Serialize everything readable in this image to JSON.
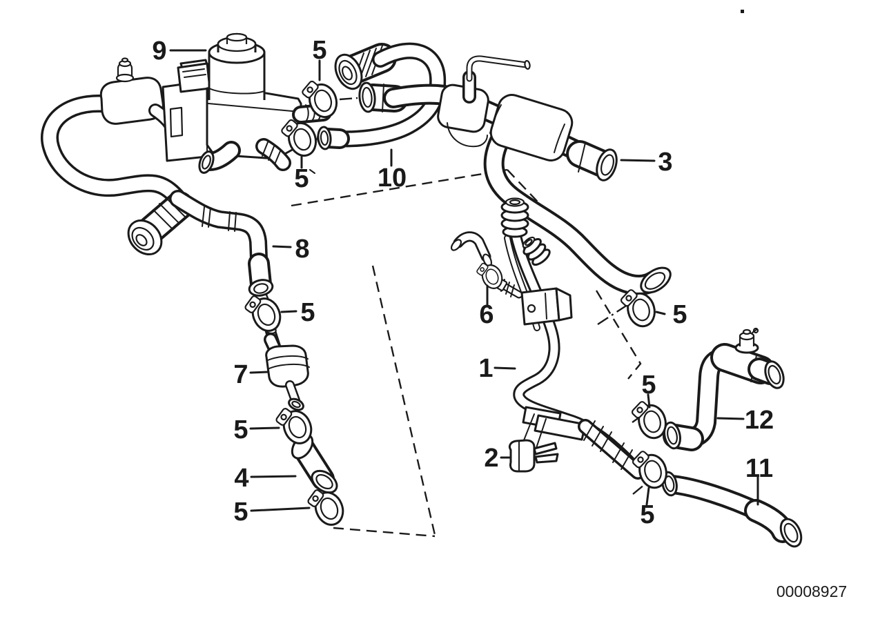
{
  "page": {
    "background": "#ffffff",
    "ink": "#1a1a1a"
  },
  "diagram": {
    "type": "exploded-parts-line-drawing",
    "drawing_number": "00008927",
    "callouts": [
      {
        "label": "9"
      },
      {
        "label": "5"
      },
      {
        "label": "5"
      },
      {
        "label": "10"
      },
      {
        "label": "3"
      },
      {
        "label": "8"
      },
      {
        "label": "5"
      },
      {
        "label": "7"
      },
      {
        "label": "5"
      },
      {
        "label": "4"
      },
      {
        "label": "5"
      },
      {
        "label": "6"
      },
      {
        "label": "1"
      },
      {
        "label": "2"
      },
      {
        "label": "5"
      },
      {
        "label": "5"
      },
      {
        "label": "5"
      },
      {
        "label": "12"
      },
      {
        "label": "11"
      }
    ]
  }
}
